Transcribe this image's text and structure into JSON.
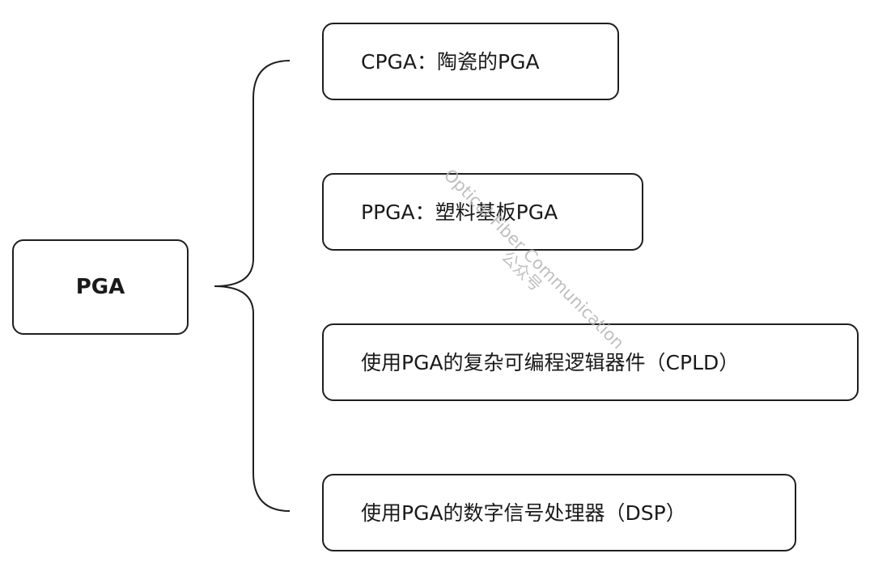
{
  "root": {
    "label": "PGA"
  },
  "children": [
    {
      "label": "CPGA：陶瓷的PGA"
    },
    {
      "label": "PPGA：塑料基板PGA"
    },
    {
      "label": "使用PGA的复杂可编程逻辑器件（CPLD）"
    },
    {
      "label": "使用PGA的数字信号处理器（DSP）"
    }
  ],
  "watermark": {
    "line1": "Optical Fiber Communication",
    "line2": "公众号"
  },
  "colors": {
    "stroke": "#1f1f1f",
    "text": "#1a1a1a",
    "watermark": "#b5b5b5",
    "background": "#ffffff"
  }
}
